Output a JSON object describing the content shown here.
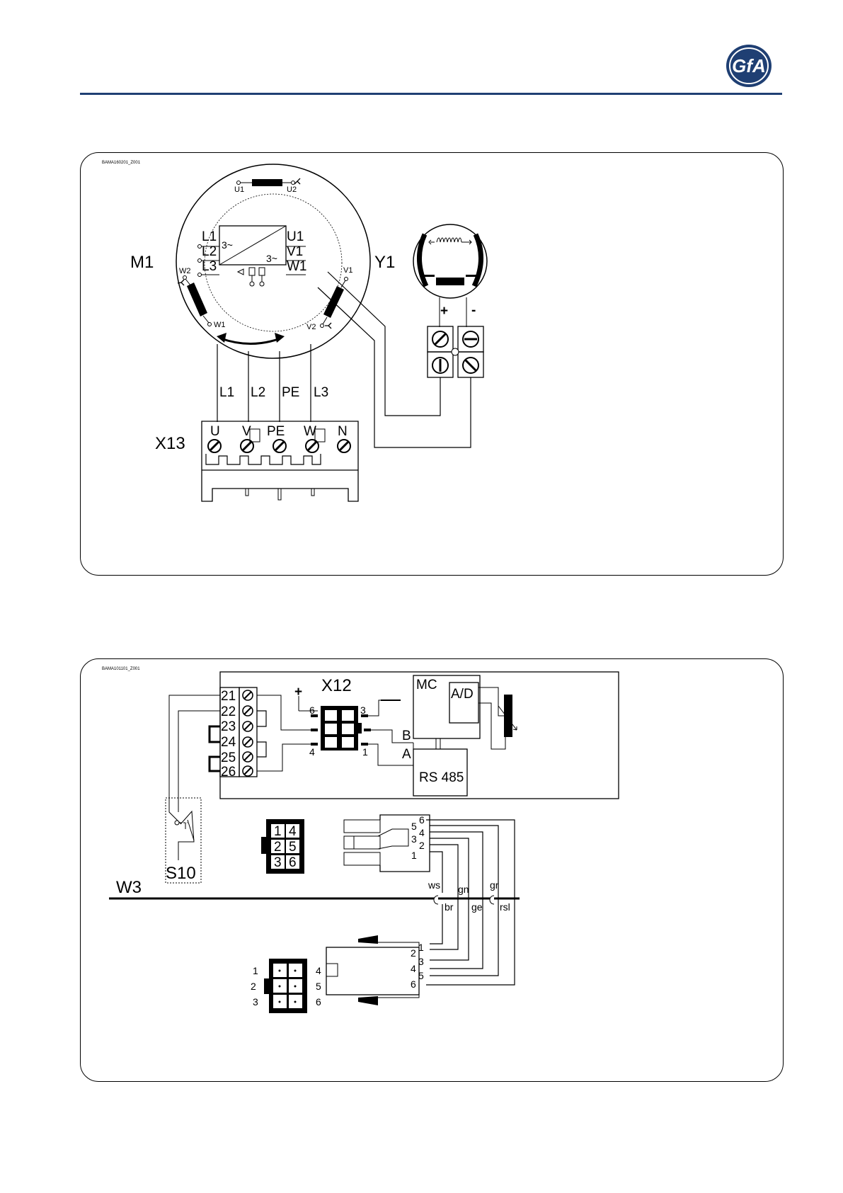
{
  "header": {
    "logo_text": "GfA",
    "accent_color": "#1f3f73"
  },
  "diagram_top": {
    "drawing_id": "BAMA160201_Z001",
    "motor": {
      "label": "M1",
      "winding_u1": "U1",
      "winding_u2": "U2",
      "winding_w2": "W2",
      "winding_w1": "W1",
      "winding_v1": "V1",
      "winding_v2": "V2",
      "inverter_in": [
        "L1",
        "L2",
        "L3"
      ],
      "inverter_out": [
        "U1",
        "V1",
        "W1"
      ],
      "phase_in": "3~",
      "phase_out": "3~"
    },
    "brake": {
      "label": "Y1",
      "plus": "+",
      "minus": "-"
    },
    "wires": [
      "L1",
      "L2",
      "PE",
      "L3"
    ],
    "terminal": {
      "label": "X13",
      "pins": [
        "U",
        "V",
        "PE",
        "W",
        "N"
      ]
    }
  },
  "diagram_bottom": {
    "drawing_id": "BAMA101101_Z001",
    "terminal_numbers": [
      "21",
      "22",
      "23",
      "24",
      "25",
      "26"
    ],
    "connector": {
      "label": "X12",
      "plus": "+",
      "pin6": "6",
      "pin3": "3",
      "pin4": "4",
      "pin1": "1"
    },
    "mc_label": "MC",
    "ad_label": "A/D",
    "rs485_label": "RS 485",
    "bus_b": "B",
    "bus_a": "A",
    "switch_label": "S10",
    "cable_label": "W3",
    "plug_top_grid": [
      "1",
      "4",
      "2",
      "5",
      "3",
      "6"
    ],
    "plug_top_pins": [
      "6",
      "5",
      "4",
      "3",
      "2",
      "1"
    ],
    "wire_colors_top": [
      "ws",
      "gn",
      "gr"
    ],
    "wire_colors_bottom": [
      "br",
      "ge",
      "rsl"
    ],
    "plug_bottom_left": [
      "1",
      "2",
      "3"
    ],
    "plug_bottom_right": [
      "4",
      "5",
      "6"
    ],
    "plug_bottom_pins": [
      "1",
      "2",
      "3",
      "4",
      "5",
      "6"
    ]
  }
}
